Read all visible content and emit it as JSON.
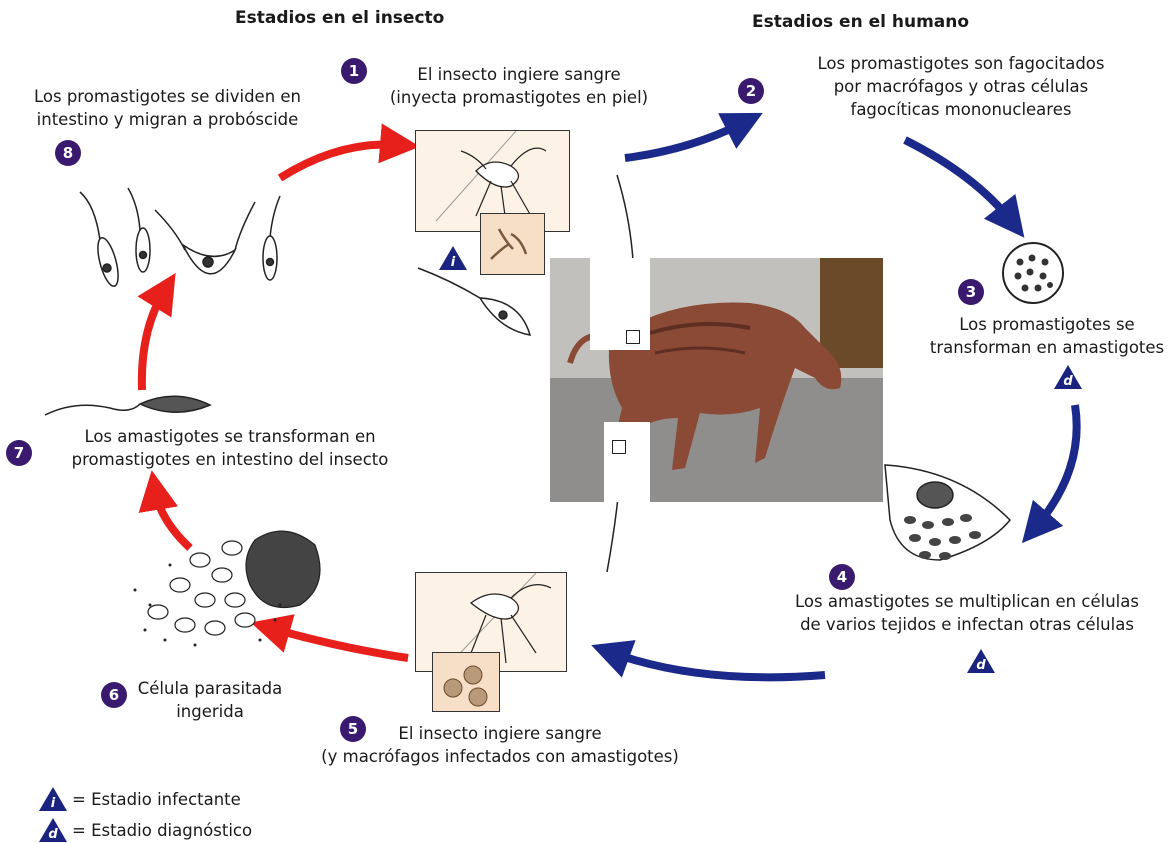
{
  "headers": {
    "insect": "Estadios en el insecto",
    "human": "Estadios en el humano"
  },
  "steps": [
    {
      "num": "1",
      "lines": [
        "El insecto ingiere sangre",
        "(inyecta promastigotes en piel)"
      ]
    },
    {
      "num": "2",
      "lines": [
        "Los promastigotes son fagocitados",
        "por macrófagos y otras células",
        "fagocíticas mononucleares"
      ]
    },
    {
      "num": "3",
      "lines": [
        "Los promastigotes se",
        "transforman en amastigotes"
      ]
    },
    {
      "num": "4",
      "lines": [
        "Los amastigotes se multiplican en células",
        "de varios tejidos e infectan otras células"
      ]
    },
    {
      "num": "5",
      "lines": [
        "El insecto ingiere sangre",
        "(y macrófagos infectados con amastigotes)"
      ]
    },
    {
      "num": "6",
      "lines": [
        "Célula parasitada",
        "ingerida"
      ]
    },
    {
      "num": "7",
      "lines": [
        "Los amastigotes se transforman en",
        "promastigotes en intestino del insecto"
      ]
    },
    {
      "num": "8",
      "lines": [
        "Los promastigotes se dividen en",
        "intestino y migran a probóscide"
      ]
    }
  ],
  "markers": {
    "infective": "i",
    "diagnostic": "d"
  },
  "legend": [
    {
      "symbol": "i",
      "text": "= Estadio infectante"
    },
    {
      "symbol": "d",
      "text": "= Estadio diagnóstico"
    }
  ],
  "colors": {
    "insect_arrow": "#e8201c",
    "human_arrow": "#1b2a8a",
    "badge": "#3a1a6e",
    "marker": "#1a2480"
  }
}
